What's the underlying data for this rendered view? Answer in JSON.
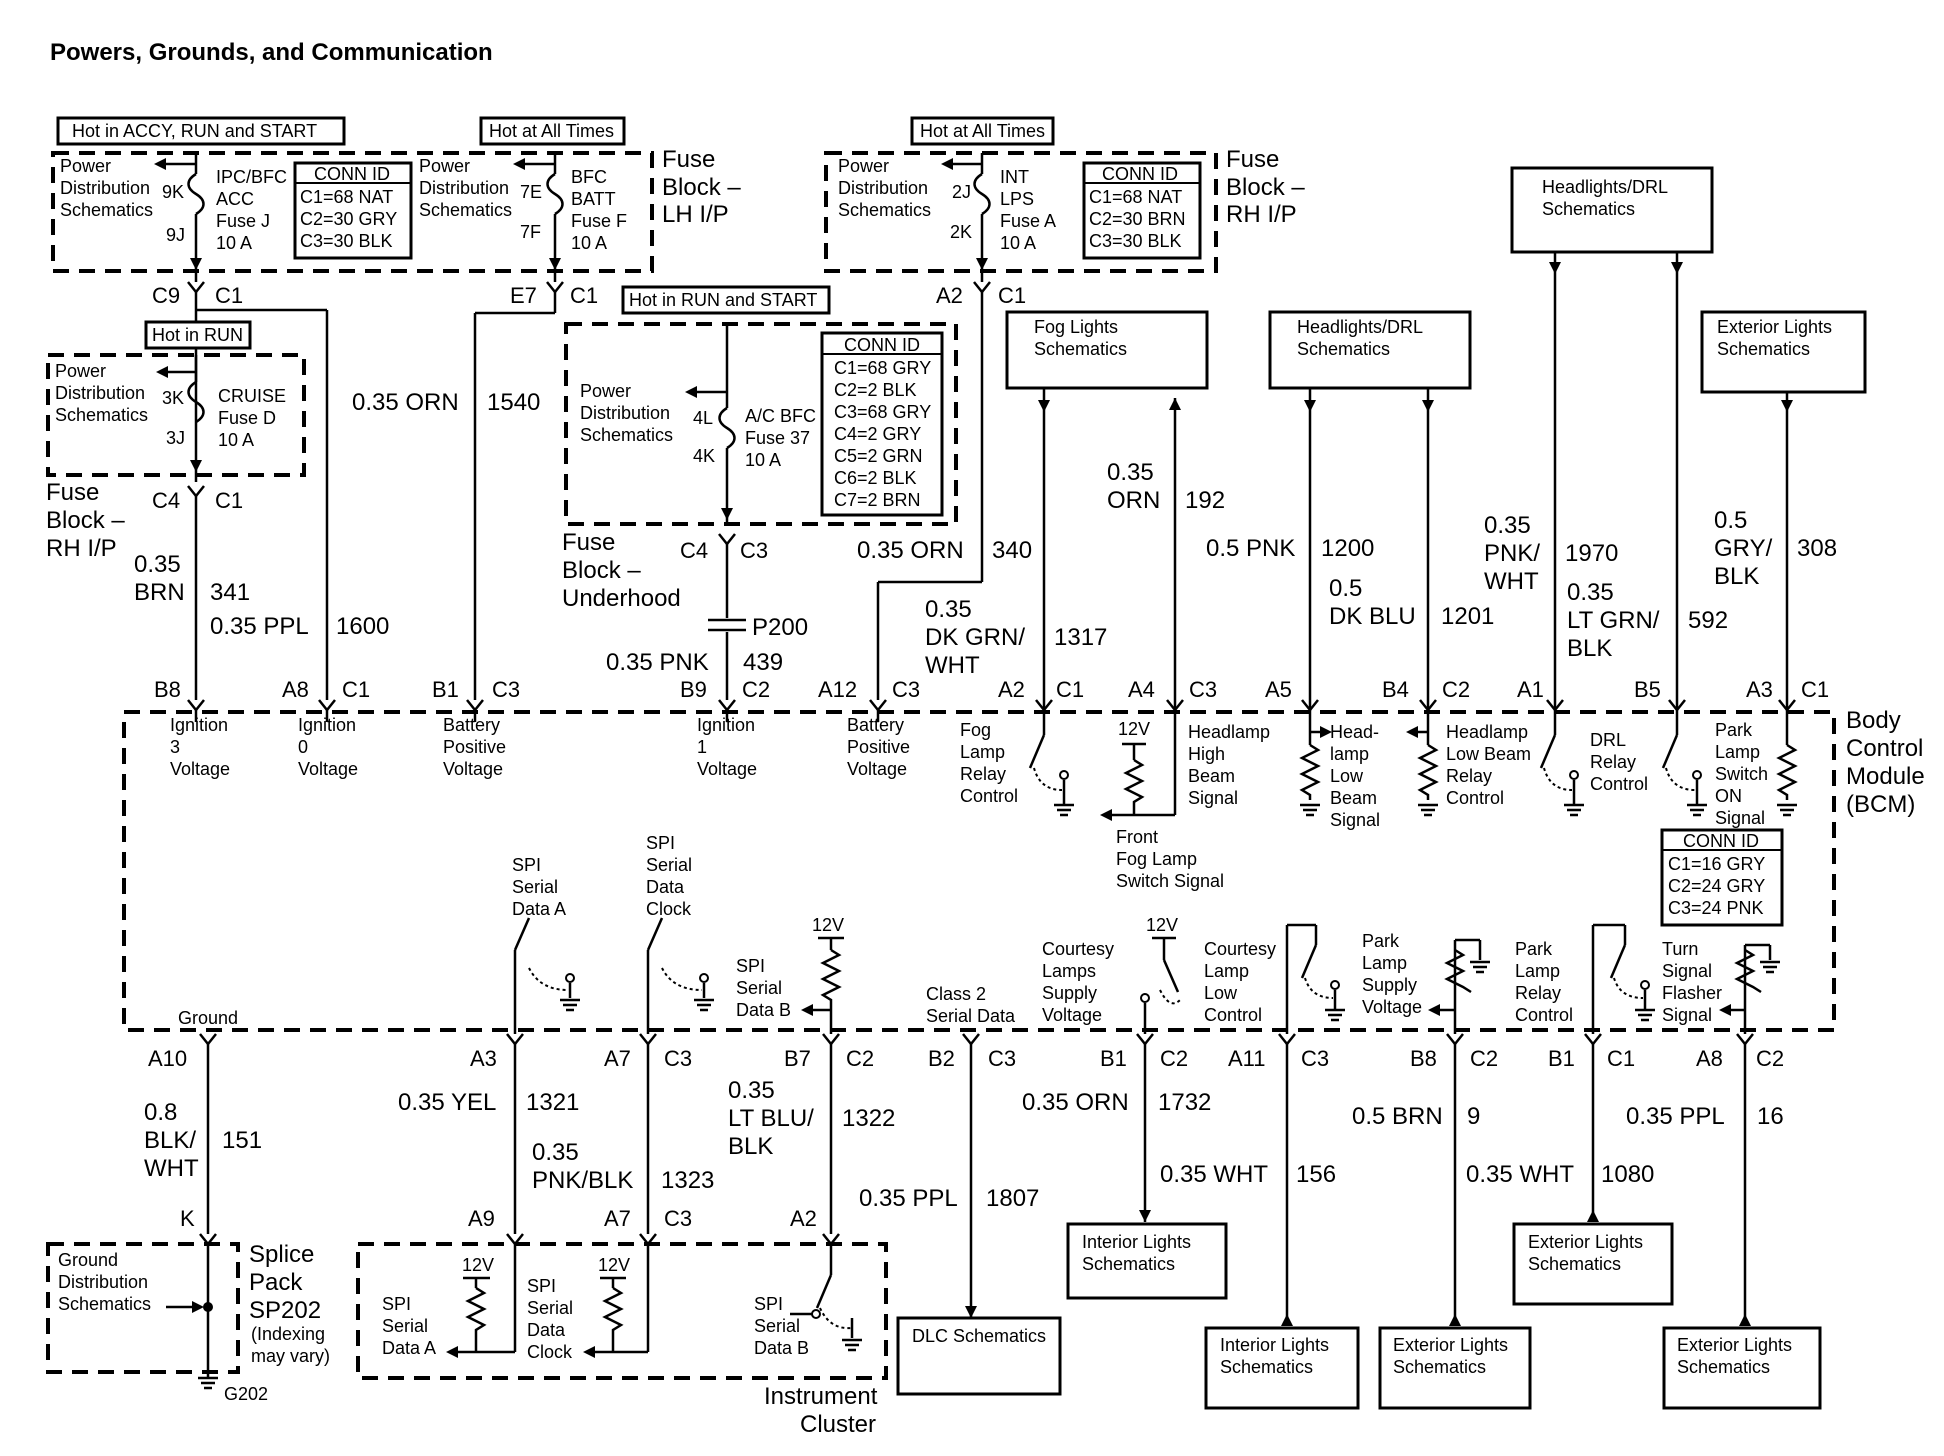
{
  "title": "Powers, Grounds, and Communication",
  "power_labels": {
    "accy_run_start": "Hot in ACCY, RUN and START",
    "all_times_1": "Hot at All Times",
    "all_times_2": "Hot at All Times",
    "run_start": "Hot in RUN and START",
    "run": "Hot in RUN"
  },
  "fuse_lh": {
    "pd1": [
      "Power",
      "Distribution",
      "Schematics"
    ],
    "pin_9k": "9K",
    "pin_9j": "9J",
    "fuse_j": [
      "IPC/BFC",
      "ACC",
      "Fuse J",
      "10 A"
    ],
    "conn": [
      "CONN ID",
      "C1=68 NAT",
      "C2=30 GRY",
      "C3=30 BLK"
    ],
    "pd2": [
      "Power",
      "Distribution",
      "Schematics"
    ],
    "pin_7e": "7E",
    "pin_7f": "7F",
    "fuse_f": [
      "BFC",
      "BATT",
      "Fuse F",
      "10 A"
    ],
    "name": [
      "Fuse",
      "Block –",
      "LH I/P"
    ]
  },
  "fuse_rh_top": {
    "pd": [
      "Power",
      "Distribution",
      "Schematics"
    ],
    "pin_2j": "2J",
    "pin_2k": "2K",
    "fuse_a": [
      "INT",
      "LPS",
      "Fuse A",
      "10 A"
    ],
    "conn": [
      "CONN ID",
      "C1=68 NAT",
      "C2=30 BRN",
      "C3=30 BLK"
    ],
    "name": [
      "Fuse",
      "Block –",
      "RH I/P"
    ]
  },
  "fuse_rh_left": {
    "pd": [
      "Power",
      "Distribution",
      "Schematics"
    ],
    "pin_3k": "3K",
    "pin_3j": "3J",
    "fuse_d": [
      "CRUISE",
      "Fuse D",
      "10 A"
    ],
    "name": [
      "Fuse",
      "Block –",
      "RH I/P"
    ]
  },
  "fuse_under": {
    "pd": [
      "Power",
      "Distribution",
      "Schematics"
    ],
    "pin_4l": "4L",
    "pin_4k": "4K",
    "fuse_37": [
      "A/C BFC",
      "Fuse 37",
      "10 A"
    ],
    "conn": [
      "CONN ID",
      "C1=68 GRY",
      "C2=2 BLK",
      "C3=68 GRY",
      "C4=2 GRY",
      "C5=2 GRN",
      "C6=2 BLK",
      "C7=2 BRN"
    ],
    "name": [
      "Fuse",
      "Block –",
      "Underhood"
    ]
  },
  "connectors": {
    "c9": "C9",
    "c1_a": "C1",
    "e7": "E7",
    "c1_b": "C1",
    "a2_top": "A2",
    "c1_c": "C1",
    "c4_left": "C4",
    "c1_left": "C1",
    "c4_u": "C4",
    "c3_u": "C3",
    "p200": "P200"
  },
  "wires_top": {
    "w1540_gauge": "0.35 ORN",
    "w1540": "1540",
    "w341_gauge": [
      "0.35",
      "BRN"
    ],
    "w341": "341",
    "w1600_gauge": "0.35 PPL",
    "w1600": "1600",
    "w439_gauge": "0.35 PNK",
    "w439": "439",
    "w340_gauge": "0.35 ORN",
    "w340": "340",
    "w1317_gauge": [
      "0.35",
      "DK GRN/",
      "WHT"
    ],
    "w1317": "1317",
    "w192_gauge": [
      "0.35",
      "ORN"
    ],
    "w192": "192",
    "w1200_gauge": "0.5 PNK",
    "w1200": "1200",
    "w1201_gauge": [
      "0.5",
      "DK BLU"
    ],
    "w1201": "1201",
    "w1970_gauge": [
      "0.35",
      "PNK/",
      "WHT"
    ],
    "w1970": "1970",
    "w592_gauge": [
      "0.35",
      "LT GRN/",
      "BLK"
    ],
    "w592": "592",
    "w308_gauge": [
      "0.5",
      "GRY/",
      "BLK"
    ],
    "w308": "308"
  },
  "top_boxes": {
    "fog": [
      "Fog Lights",
      "Schematics"
    ],
    "hdrl_mid": [
      "Headlights/DRL",
      "Schematics"
    ],
    "hdrl_right": [
      "Headlights/DRL",
      "Schematics"
    ],
    "ext": [
      "Exterior Lights",
      "Schematics"
    ]
  },
  "bcm_top_pins": [
    [
      "B8",
      ""
    ],
    [
      "A8",
      "C1"
    ],
    [
      "B1",
      "C3"
    ],
    [
      "B9",
      "C2"
    ],
    [
      "A12",
      "C3"
    ],
    [
      "A2",
      "C1"
    ],
    [
      "A4",
      "C3"
    ],
    [
      "A5",
      ""
    ],
    [
      "B4",
      "C2"
    ],
    [
      "A1",
      ""
    ],
    [
      "B5",
      ""
    ],
    [
      "A3",
      "C1"
    ]
  ],
  "bcm": {
    "name": [
      "Body",
      "Control",
      "Module",
      "(BCM)"
    ],
    "ign3": [
      "Ignition",
      "3",
      "Voltage"
    ],
    "ign0": [
      "Ignition",
      "0",
      "Voltage"
    ],
    "batt1": [
      "Battery",
      "Positive",
      "Voltage"
    ],
    "ign1": [
      "Ignition",
      "1",
      "Voltage"
    ],
    "batt2": [
      "Battery",
      "Positive",
      "Voltage"
    ],
    "fog_relay": [
      "Fog",
      "Lamp",
      "Relay",
      "Control"
    ],
    "v12a": "12V",
    "hb": [
      "Headlamp",
      "High",
      "Beam",
      "Signal"
    ],
    "front_fog": [
      "Front",
      "Fog Lamp",
      "Switch Signal"
    ],
    "lb": [
      "Head-",
      "lamp",
      "Low",
      "Beam",
      "Signal"
    ],
    "lb_relay": [
      "Headlamp",
      "Low Beam",
      "Relay",
      "Control"
    ],
    "drl_relay": [
      "DRL",
      "Relay",
      "Control"
    ],
    "park_sw": [
      "Park",
      "Lamp",
      "Switch",
      "ON",
      "Signal"
    ],
    "conn": [
      "CONN ID",
      "C1=16 GRY",
      "C2=24 GRY",
      "C3=24 PNK"
    ],
    "ground": "Ground",
    "spi_a": [
      "SPI",
      "Serial",
      "Data A"
    ],
    "spi_clk": [
      "SPI",
      "Serial",
      "Data",
      "Clock"
    ],
    "spi_b": [
      "SPI",
      "Serial",
      "Data B"
    ],
    "v12b": "12V",
    "class2": [
      "Class 2",
      "Serial Data"
    ],
    "court_supply": [
      "Courtesy",
      "Lamps",
      "Supply",
      "Voltage"
    ],
    "v12c": "12V",
    "court_low": [
      "Courtesy",
      "Lamp",
      "Low",
      "Control"
    ],
    "park_supply": [
      "Park",
      "Lamp",
      "Supply",
      "Voltage"
    ],
    "park_relay": [
      "Park",
      "Lamp",
      "Relay",
      "Control"
    ],
    "turn": [
      "Turn",
      "Signal",
      "Flasher",
      "Signal"
    ]
  },
  "bcm_bottom_pins": [
    [
      "A10",
      ""
    ],
    [
      "A3",
      ""
    ],
    [
      "A7",
      "C3"
    ],
    [
      "B7",
      "C2"
    ],
    [
      "B2",
      "C3"
    ],
    [
      "B1",
      "C2"
    ],
    [
      "A11",
      "C3"
    ],
    [
      "B8",
      "C2"
    ],
    [
      "B1",
      "C1"
    ],
    [
      "A8",
      "C2"
    ]
  ],
  "wires_bottom": {
    "w151_gauge": [
      "0.8",
      "BLK/",
      "WHT"
    ],
    "w151": "151",
    "w1321_gauge": "0.35 YEL",
    "w1321": "1321",
    "w1323_gauge": [
      "0.35",
      "PNK/BLK"
    ],
    "w1323": "1323",
    "w1322_gauge": [
      "0.35",
      "LT BLU/",
      "BLK"
    ],
    "w1322": "1322",
    "w1807_gauge": "0.35 PPL",
    "w1807": "1807",
    "w1732_gauge": "0.35 ORN",
    "w1732": "1732",
    "w156_gauge": "0.35 WHT",
    "w156": "156",
    "w9_gauge": "0.5 BRN",
    "w9": "9",
    "w1080_gauge": "0.35 WHT",
    "w1080": "1080",
    "w16_gauge": "0.35 PPL",
    "w16": "16"
  },
  "bottom": {
    "k": "K",
    "a9": "A9",
    "a7": "A7",
    "c3": "C3",
    "a2": "A2",
    "ground_dist": [
      "Ground",
      "Distribution",
      "Schematics"
    ],
    "splice": [
      "Splice",
      "Pack",
      "SP202"
    ],
    "indexing": [
      "(Indexing",
      "may vary)"
    ],
    "g202": "G202",
    "v12_1": "12V",
    "v12_2": "12V",
    "ic_spi_a": [
      "SPI",
      "Serial",
      "Data A"
    ],
    "ic_spi_clk": [
      "SPI",
      "Serial",
      "Data",
      "Clock"
    ],
    "ic_spi_b": [
      "SPI",
      "Serial",
      "Data B"
    ],
    "ic_name": [
      "Instrument",
      "Cluster"
    ],
    "dlc": "DLC Schematics",
    "int_1": [
      "Interior Lights",
      "Schematics"
    ],
    "int_2": [
      "Interior Lights",
      "Schematics"
    ],
    "ext_1": [
      "Exterior Lights",
      "Schematics"
    ],
    "ext_2": [
      "Exterior Lights",
      "Schematics"
    ],
    "ext_3": [
      "Exterior Lights",
      "Schematics"
    ]
  }
}
